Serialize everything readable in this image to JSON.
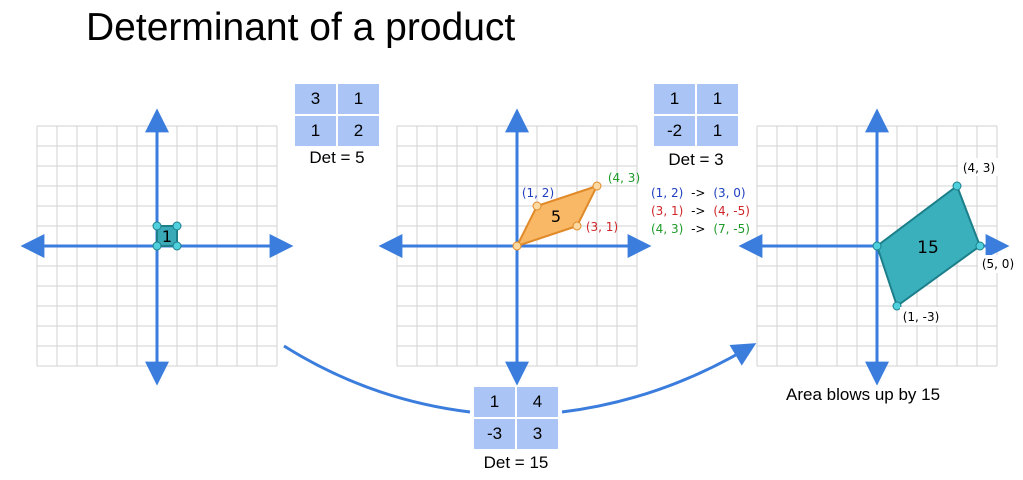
{
  "title": "Determinant of a product",
  "matrix_a": {
    "cells": [
      "3",
      "1",
      "1",
      "2"
    ],
    "det_label": "Det = 5"
  },
  "matrix_b": {
    "cells": [
      "1",
      "1",
      "-2",
      "1"
    ],
    "det_label": "Det = 3"
  },
  "matrix_product": {
    "cells": [
      "1",
      "4",
      "-3",
      "3"
    ],
    "det_label": "Det = 15"
  },
  "grid1": {
    "area_label": "1"
  },
  "grid2": {
    "area_label": "5",
    "points": [
      "(1, 2)",
      "(4, 3)",
      "(3, 1)"
    ]
  },
  "mappings": [
    {
      "from": "(1, 2)",
      "arrow": "->",
      "to": "(3, 0)",
      "color": "#1f3fbf"
    },
    {
      "from": "(3, 1)",
      "arrow": "->",
      "to": "(4, -5)",
      "color": "#d0262a"
    },
    {
      "from": "(4, 3)",
      "arrow": "->",
      "to": "(7, -5)",
      "color": "#1f9b2a"
    }
  ],
  "grid3": {
    "area_label": "15",
    "points": [
      "(4, 3)",
      "(5, 0)",
      "(1, -3)"
    ]
  },
  "caption": "Area blows up by 15",
  "colors": {
    "axis": "#3b7ddd",
    "matrix_cell": "#a9c4f5",
    "unit_square_fill": "#3aa9b8",
    "parallelogram_fill": "#f9b866",
    "parallelogram_stroke": "#e08a2a",
    "final_fill": "#3bb0bd",
    "final_stroke": "#1c7f8a",
    "label_blue": "#1f3fbf",
    "label_red": "#d0262a",
    "label_green": "#1f9b2a"
  }
}
